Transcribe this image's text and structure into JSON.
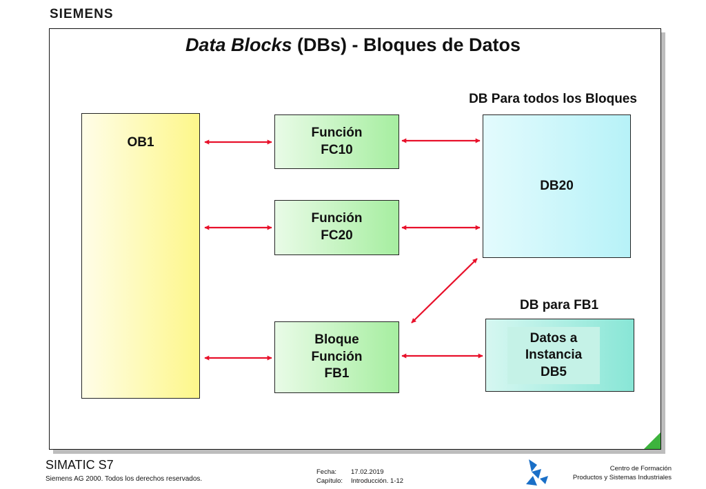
{
  "brand": "SIEMENS",
  "title": {
    "italic": "Data Blocks",
    "rest": " (DBs) - Bloques de Datos"
  },
  "labels": {
    "db_all": "DB Para todos los Bloques",
    "db_fb1": "DB para FB1"
  },
  "blocks": {
    "ob1": "OB1",
    "fc10": [
      "Función",
      "FC10"
    ],
    "fc20": [
      "Función",
      "FC20"
    ],
    "fb1": [
      "Bloque",
      "Función",
      "FB1"
    ],
    "db20": "DB20",
    "db5": [
      "Datos a",
      "Instancia",
      "DB5"
    ]
  },
  "colors": {
    "arrow": "#e8102a",
    "corner": "#3db33d"
  },
  "footer": {
    "product": "SIMATIC S7",
    "copyright": "Siemens AG 2000. Todos los derechos reservados.",
    "fecha_label": "Fecha:",
    "fecha_value": "17.02.2019",
    "capitulo_label": "Capítulo:",
    "capitulo_value": "Introducción. 1-12",
    "center_line1": "Centro de Formación",
    "center_line2": "Productos y Sistemas Industriales"
  }
}
